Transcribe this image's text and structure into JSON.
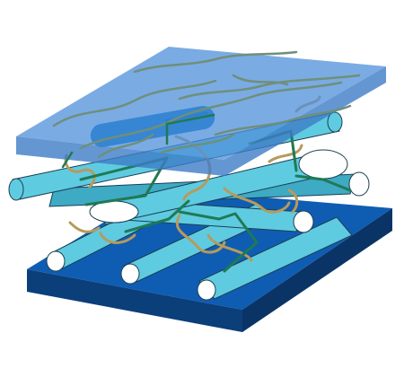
{
  "figure": {
    "description_text": "",
    "colors": {
      "background": "#ffffff",
      "substrate_top": "#0f5db3",
      "substrate_front": "#0b3f7a",
      "substrate_side": "#0a3466",
      "top_plate": "#4f8fd9",
      "top_plate_edge": "#3d7cc7",
      "rod_fill": "#5fcbe0",
      "rod_shade": "#3eaac4",
      "rod_end": "#ffffff",
      "fiber_tan": "#b79a5c",
      "fiber_green": "#1f7a55",
      "fiber_gray": "#6f8f7a"
    },
    "icons": [
      "substrate-layer",
      "rod-array",
      "fiber-network",
      "transparent-top-plate"
    ]
  }
}
